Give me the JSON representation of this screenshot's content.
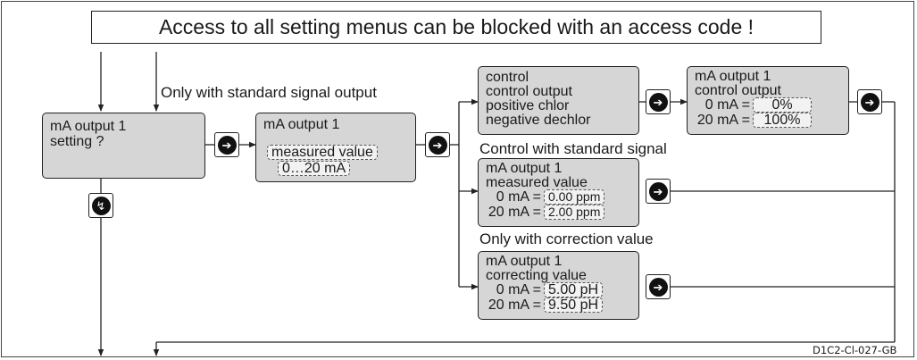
{
  "banner": "Access to all setting menus can be blocked with an access code !",
  "note_standard_signal": "Only with standard signal output",
  "label_control_standard": "Control with standard signal",
  "label_correction": "Only with correction value",
  "reference": "D1C2-Cl-027-GB",
  "box_setting": {
    "line1": "mA output 1",
    "line2": "setting  ?"
  },
  "box_output_type": {
    "title": "mA output 1",
    "field1": "measured value",
    "field2": "0…20 mA"
  },
  "box_control_options": {
    "lines": [
      "control",
      "control output",
      "positive chlor",
      "negative dechlor"
    ]
  },
  "box_control_output": {
    "title": "mA output 1",
    "subtitle": "control output",
    "rows": [
      {
        "key": "0 mA =",
        "value": "0%"
      },
      {
        "key": "20 mA =",
        "value": "100%"
      }
    ]
  },
  "box_measured": {
    "title": "mA output 1",
    "subtitle": "measured value",
    "rows": [
      {
        "key": "0 mA =",
        "value": "0.00 ppm"
      },
      {
        "key": "20 mA =",
        "value": "2.00 ppm"
      }
    ]
  },
  "box_correcting": {
    "title": "mA output 1",
    "subtitle": "correcting value",
    "rows": [
      {
        "key": "0 mA =",
        "value": "5.00 pH"
      },
      {
        "key": "20 mA =",
        "value": "9.50 pH"
      }
    ]
  },
  "icons": {
    "enter": "enter-icon",
    "back": "back-icon"
  },
  "colors": {
    "box_fill": "#d6d6d6",
    "line": "#222222"
  }
}
